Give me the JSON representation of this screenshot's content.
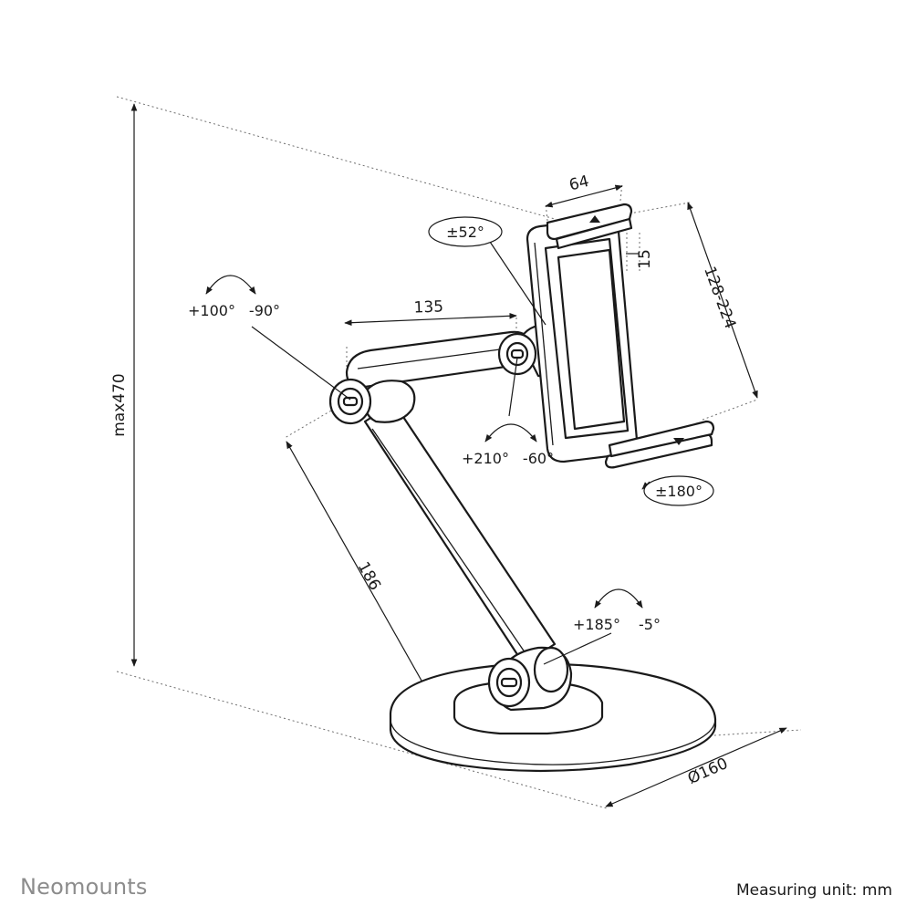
{
  "dimensions": {
    "height_max": "max470",
    "holder_depth": "64",
    "clamp_offset": "15",
    "clamp_range": "128-224",
    "upper_arm": "135",
    "lower_arm": "186",
    "base_diameter": "Ø160"
  },
  "rotations": {
    "holder_tilt": "±52°",
    "upper_joint_plus": "+100°",
    "upper_joint_minus": "-90°",
    "elbow_plus": "+210°",
    "elbow_minus": "-60°",
    "holder_rotate": "±180°",
    "base_joint_plus": "+185°",
    "base_joint_minus": "-5°"
  },
  "footer": {
    "brand": "Neomounts",
    "unit": "Measuring unit: mm"
  }
}
